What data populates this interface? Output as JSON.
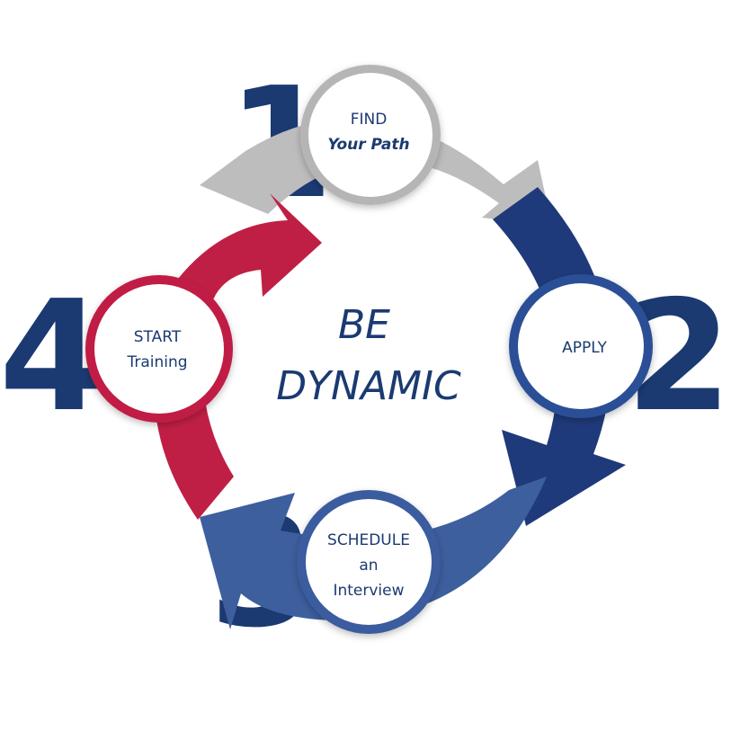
{
  "center": {
    "line1": "BE",
    "line2": "DYNAMIC"
  },
  "steps": [
    {
      "number": "1",
      "line1": "FIND",
      "line2": "Your Path",
      "line3": ""
    },
    {
      "number": "2",
      "line1": "APPLY",
      "line2": "",
      "line3": ""
    },
    {
      "number": "3",
      "line1": "SCHEDULE",
      "line2": "an",
      "line3": "Interview"
    },
    {
      "number": "4",
      "line1": "START",
      "line2": "Training",
      "line3": ""
    }
  ],
  "colors": {
    "step1_arrow": "#bdbdbd",
    "step2_arrow": "#1f3a7a",
    "step3_arrow": "#3d5f9e",
    "step4_arrow": "#c01f45",
    "numerals": "#1b3a72",
    "text": "#1b3a72"
  }
}
